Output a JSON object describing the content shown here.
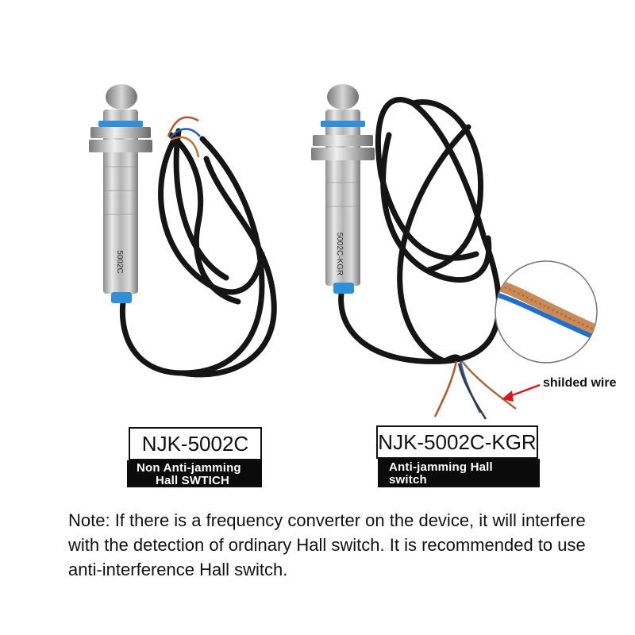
{
  "left_product": {
    "model": "NJK-5002C",
    "sub_label_line1": "Non Anti-jamming",
    "sub_label_line2": "Hall  SWTICH",
    "body_print": "5002C"
  },
  "right_product": {
    "model": "NJK-5002C-KGR",
    "sub_label_line1": "Anti-jamming Hall",
    "sub_label_line2": "switch",
    "body_print": "5002C-KGR"
  },
  "callout": {
    "label": "shilded wire",
    "arrow_color": "#e0141e"
  },
  "note": "Note: If there is a frequency converter on the device, it will interfere with the detection of ordinary Hall switch. It is recommended to use anti-interference Hall switch.",
  "colors": {
    "metal": "#c9c9c9",
    "blue_cap": "#2f8fd8",
    "cable": "#141414",
    "label_bg": "#0b0b0b"
  }
}
